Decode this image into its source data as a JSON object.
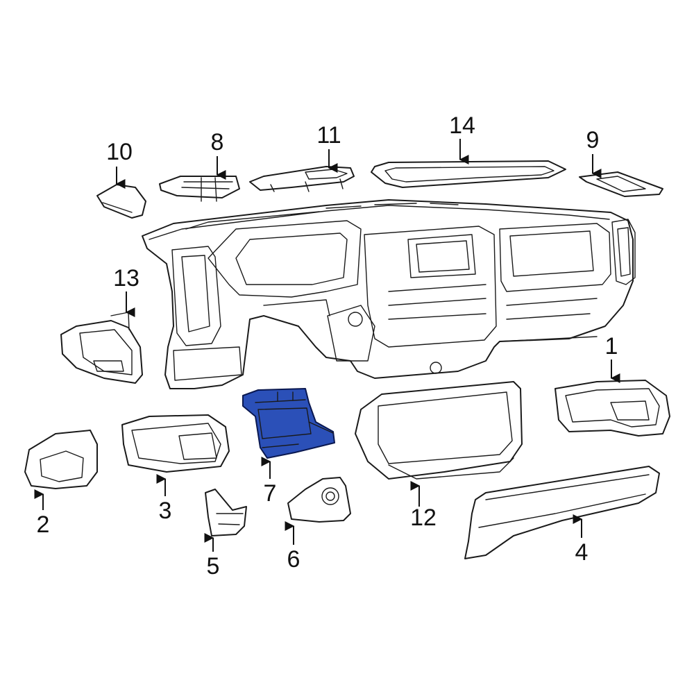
{
  "highlight_color": "#2b50b8",
  "highlighted_part": "7",
  "callouts": {
    "p1": "1",
    "p2": "2",
    "p3": "3",
    "p4": "4",
    "p5": "5",
    "p6": "6",
    "p7": "7",
    "p8": "8",
    "p9": "9",
    "p10": "10",
    "p11": "11",
    "p12": "12",
    "p13": "13",
    "p14": "14"
  }
}
